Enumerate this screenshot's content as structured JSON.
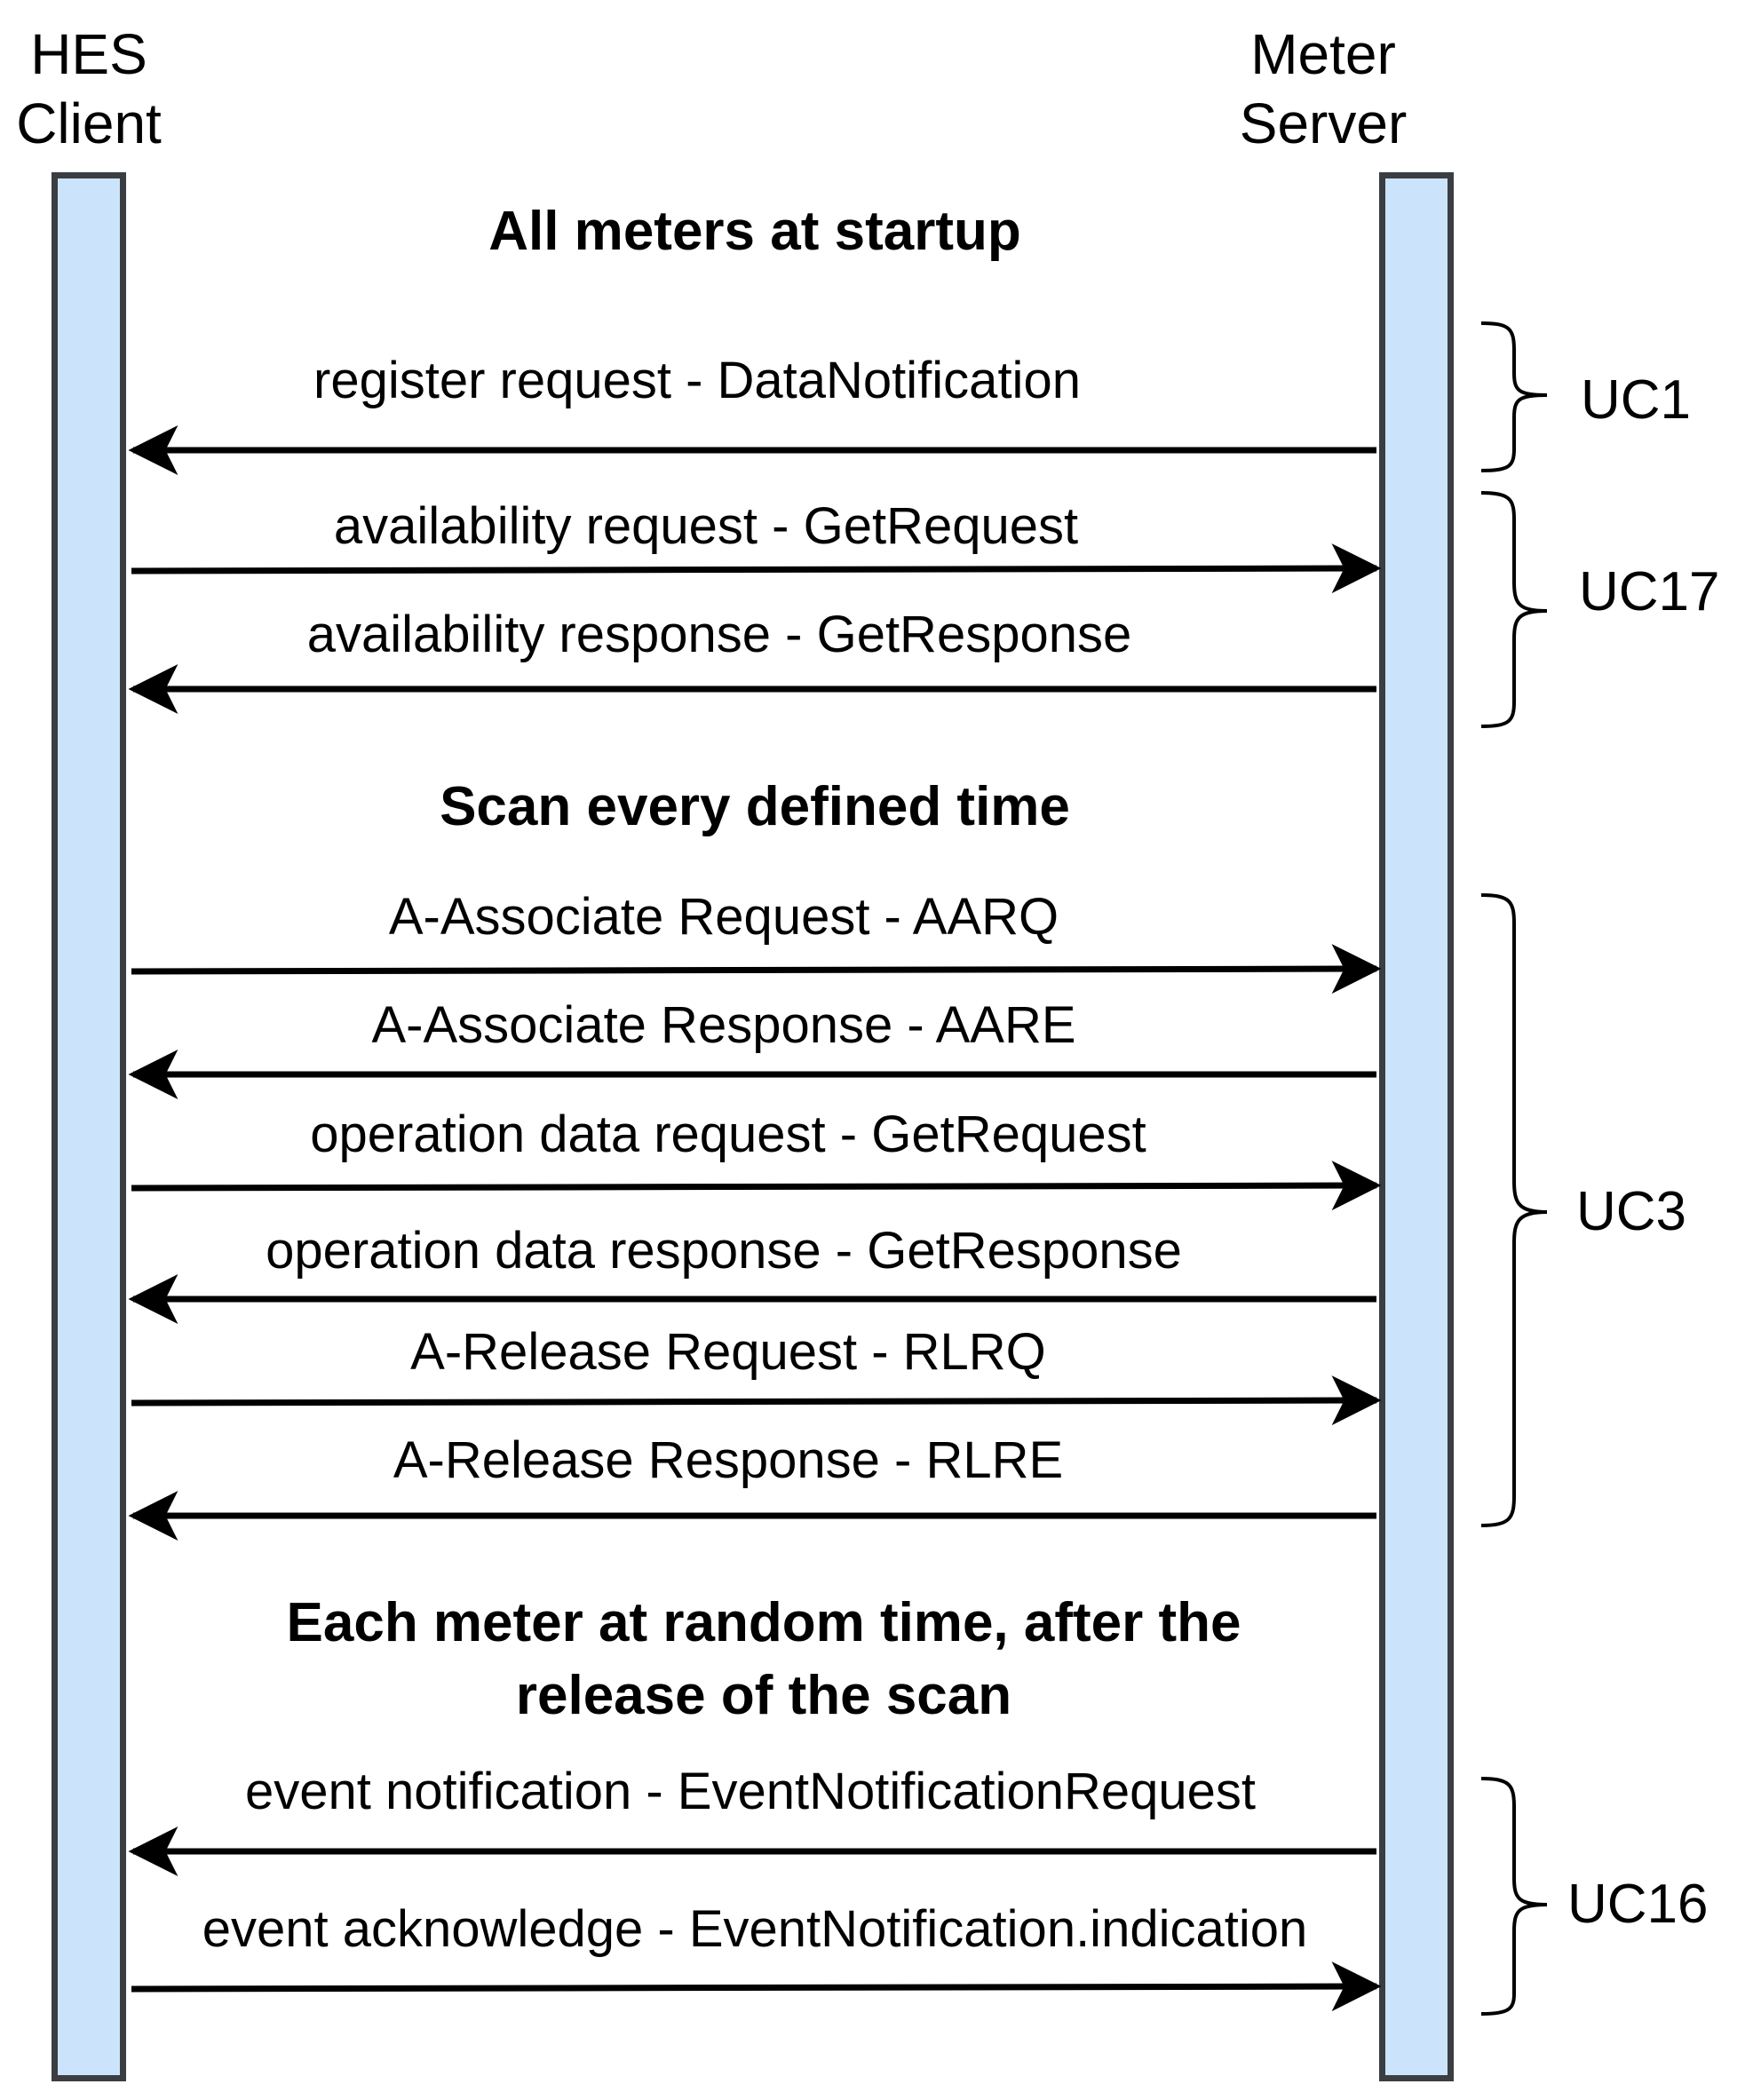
{
  "lanes": {
    "left": "HES\nClient",
    "right": "Meter\nServer"
  },
  "sections": [
    "All meters at startup",
    "Scan every defined time",
    "Each meter at random time, after the\nrelease of the scan"
  ],
  "messages": [
    {
      "label": "register request - DataNotification",
      "direction": "to-client"
    },
    {
      "label": "availability request - GetRequest",
      "direction": "to-server"
    },
    {
      "label": "availability response - GetResponse",
      "direction": "to-client"
    },
    {
      "label": "A-Associate Request - AARQ",
      "direction": "to-server"
    },
    {
      "label": "A-Associate Response - AARE",
      "direction": "to-client"
    },
    {
      "label": "operation data request - GetRequest",
      "direction": "to-server"
    },
    {
      "label": "operation data response - GetResponse",
      "direction": "to-client"
    },
    {
      "label": "A-Release Request - RLRQ",
      "direction": "to-server"
    },
    {
      "label": "A-Release Response - RLRE",
      "direction": "to-client"
    },
    {
      "label": "event notification - EventNotificationRequest",
      "direction": "to-client"
    },
    {
      "label": "event acknowledge - EventNotification.indication",
      "direction": "to-server"
    }
  ],
  "use_cases": [
    "UC1",
    "UC17",
    "UC3",
    "UC16"
  ],
  "colors": {
    "lifeline_fill": "#cce4fb",
    "lifeline_border": "#3a3d42",
    "arrow": "#000000"
  }
}
